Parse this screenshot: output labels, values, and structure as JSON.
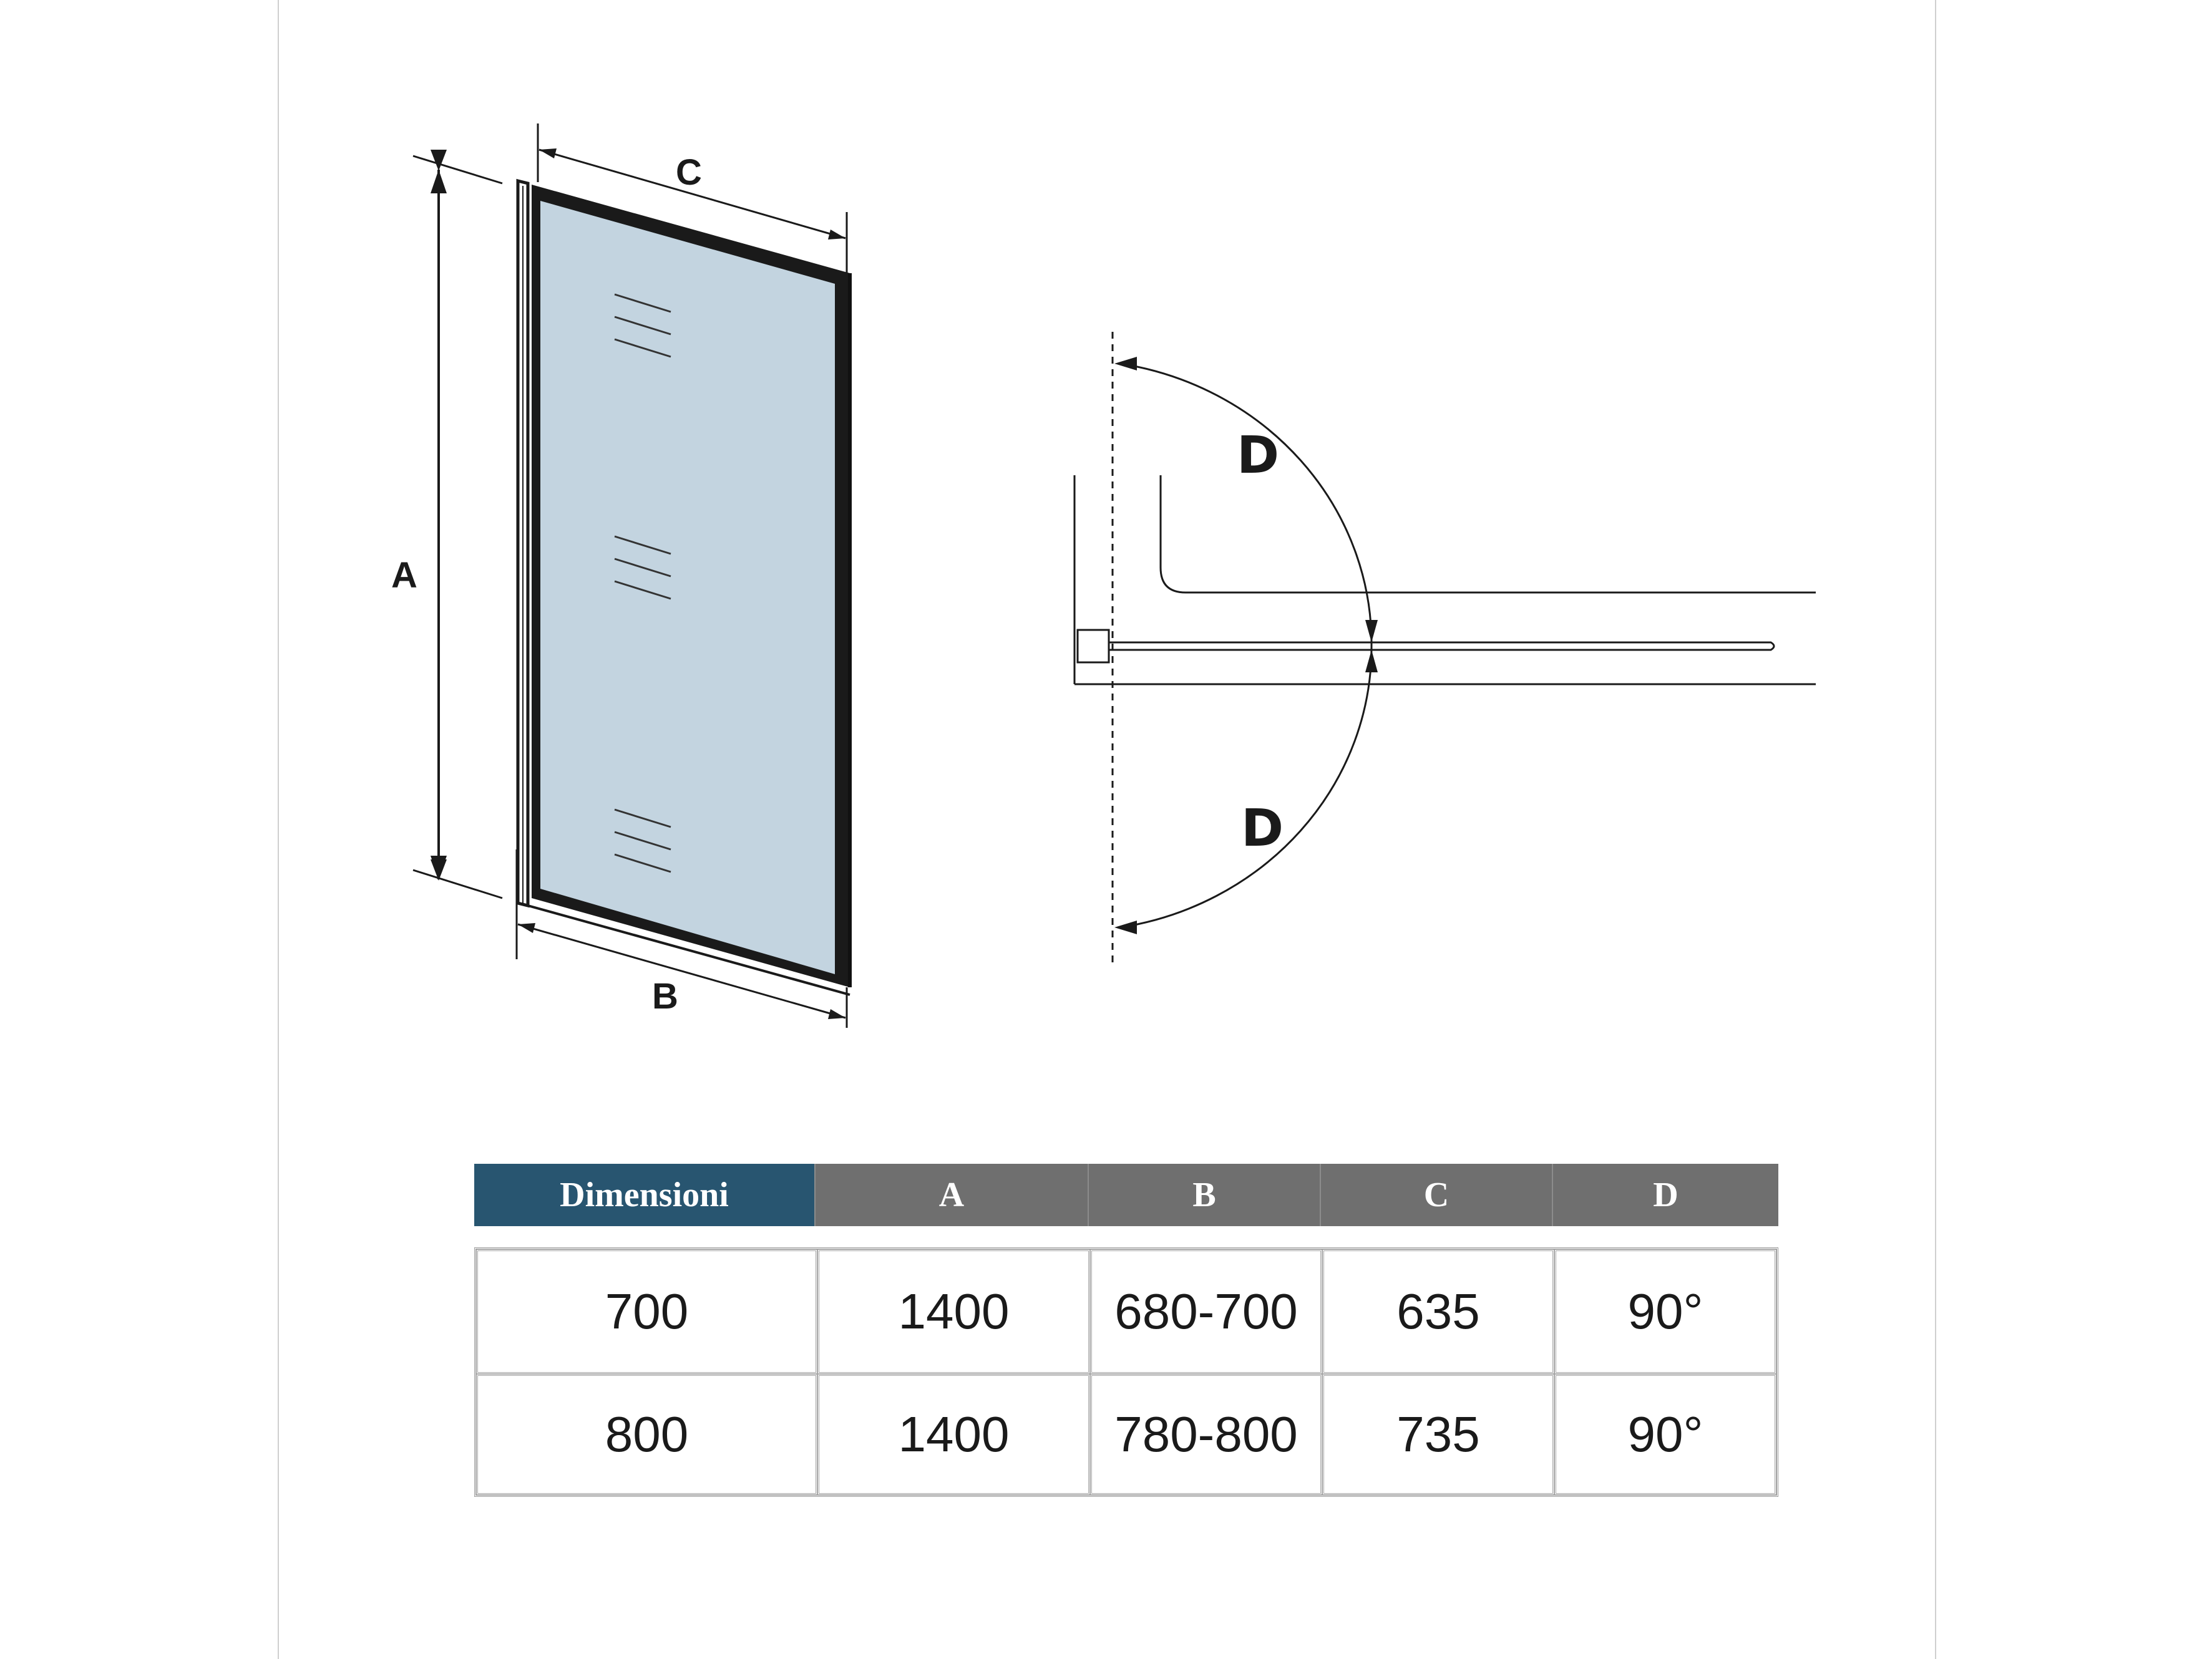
{
  "diagram": {
    "labels": {
      "a": "A",
      "b": "B",
      "c": "C",
      "d_top": "D",
      "d_bottom": "D"
    }
  },
  "table": {
    "header": [
      "Dimensioni",
      "A",
      "B",
      "C",
      "D"
    ],
    "rows": [
      [
        "700",
        "1400",
        "680-700",
        "635",
        "90°"
      ],
      [
        "800",
        "1400",
        "780-800",
        "735",
        "90°"
      ]
    ]
  },
  "colors": {
    "header_first": "#285570",
    "header_rest": "#6f6f6f",
    "glass": "#c3d4e0",
    "frame": "#1a1a1a"
  }
}
